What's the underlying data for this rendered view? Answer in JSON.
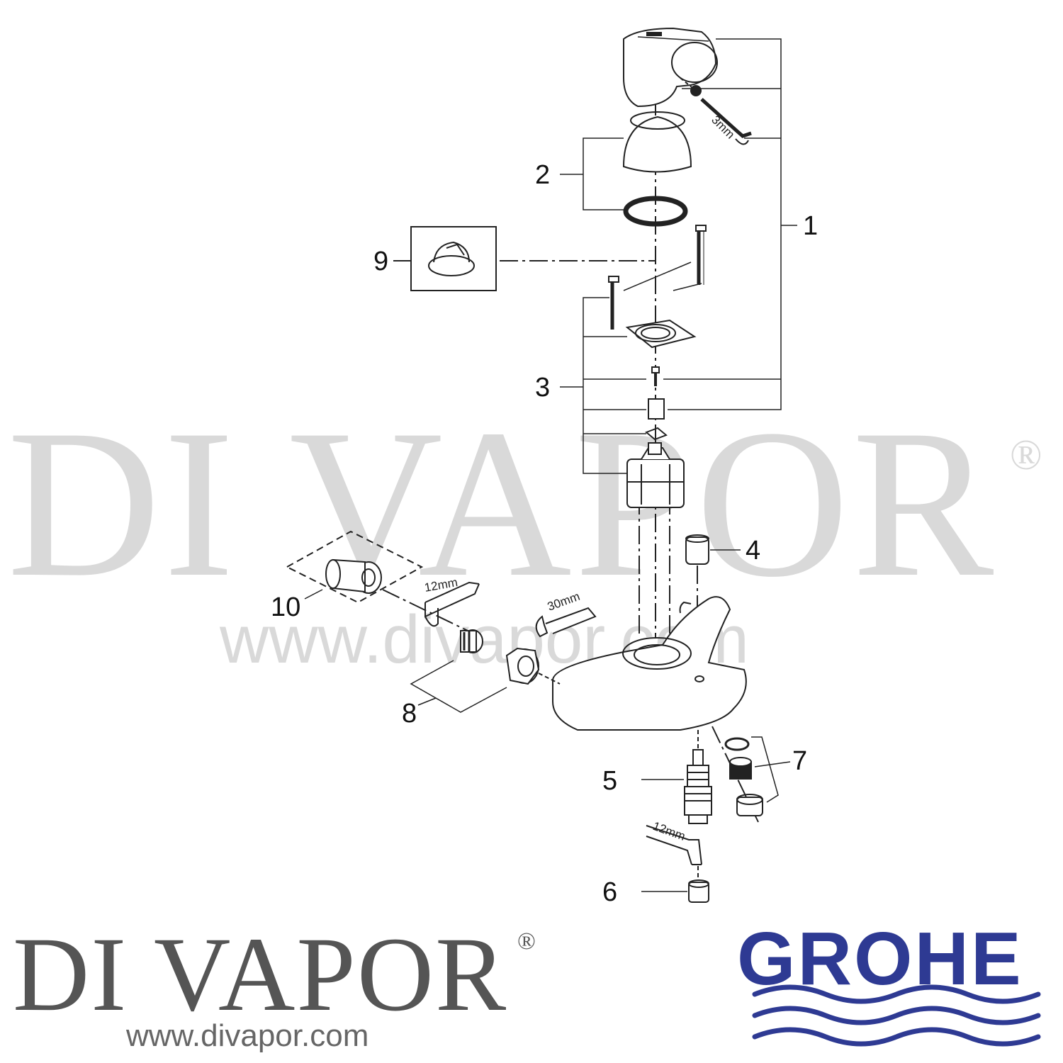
{
  "watermark": {
    "text": "DI VAPOR",
    "registered": "®",
    "url": "www.divapor.com"
  },
  "callouts": [
    "1",
    "2",
    "3",
    "4",
    "5",
    "6",
    "7",
    "8",
    "9",
    "10"
  ],
  "dimensions": {
    "hex_key_top": "3mm",
    "wrench_12mm_left": "12mm",
    "spanner_30mm": "30mm",
    "wrench_12mm_bottom": "12mm"
  },
  "branding": {
    "name": "DI VAPOR",
    "registered": "®",
    "url": "www.divapor.com",
    "manufacturer": "GROHE"
  },
  "colors": {
    "grohe_blue": "#2e3a93",
    "brand_grey": "#555555",
    "watermark_grey": "#d9d9d9",
    "line": "#222222"
  }
}
